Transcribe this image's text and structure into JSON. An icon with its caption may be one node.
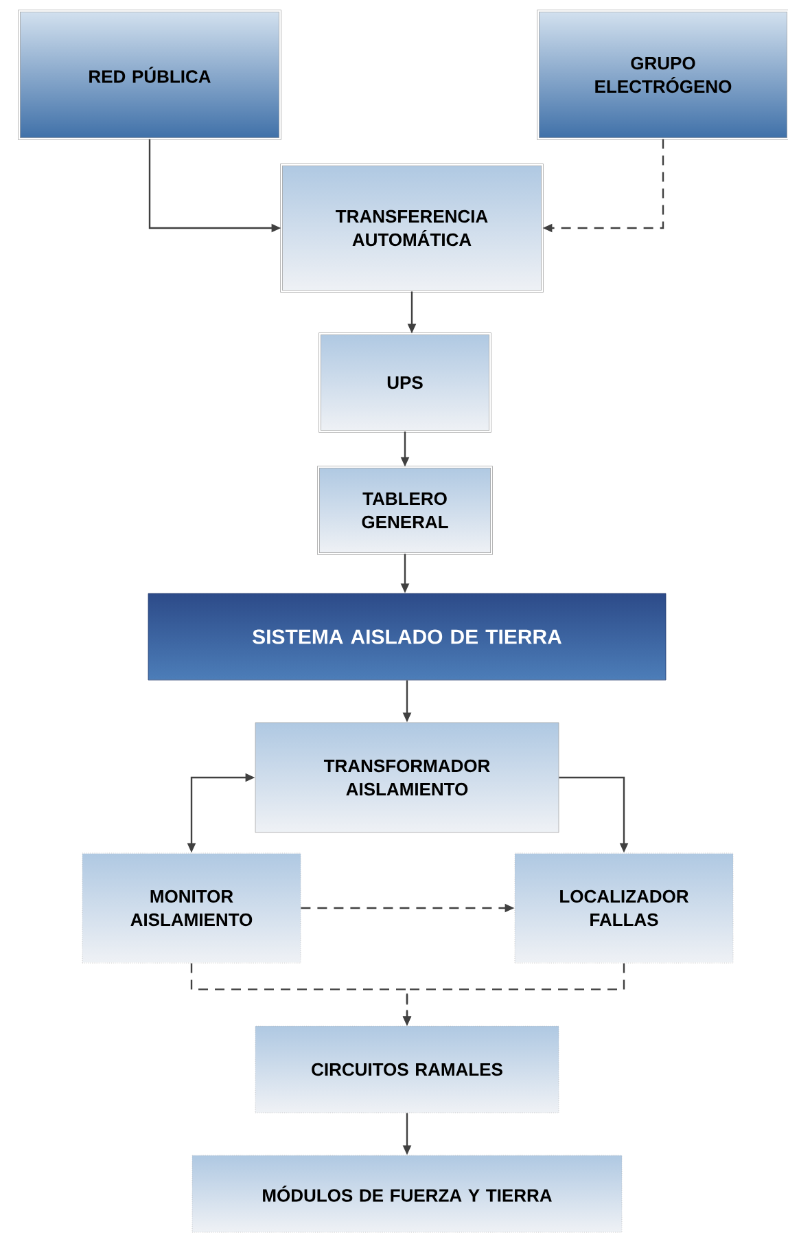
{
  "diagram": {
    "nodes": [
      {
        "text": [
          "RED PÚBLICA"
        ]
      },
      {
        "text": [
          "GRUPO ELECTRÓGENO"
        ]
      },
      {
        "text": [
          "TRANSFERENCIA AUTOMÁTICA"
        ]
      },
      {
        "text": [
          "UPS"
        ]
      },
      {
        "text": [
          "TABLERO GENERAL"
        ]
      },
      {
        "text": [
          "SISTEMA AISLADO DE TIERRA"
        ]
      },
      {
        "text": [
          "TRANSFORMADOR AISLAMIENTO"
        ]
      },
      {
        "text": [
          "MONITOR AISLAMIENTO"
        ]
      },
      {
        "text": [
          "LOCALIZADOR FALLAS"
        ]
      },
      {
        "text": [
          "CIRCUITOS RAMALES"
        ]
      },
      {
        "text": [
          "MÓDULOS DE FUERZA Y TIERRA"
        ]
      }
    ],
    "edges": [
      {
        "from": 0,
        "to": 2,
        "arrow": "to"
      },
      {
        "from": 1,
        "to": 2,
        "arrow": "to",
        "style": "dashed"
      },
      {
        "from": 2,
        "to": 3,
        "arrow": "to"
      },
      {
        "from": 3,
        "to": 4,
        "arrow": "to"
      },
      {
        "from": 4,
        "to": 5,
        "arrow": "to"
      },
      {
        "from": 5,
        "to": 6,
        "arrow": "to"
      },
      {
        "from": 6,
        "to": 7,
        "arrow": "both"
      },
      {
        "from": 6,
        "to": 8,
        "arrow": "to"
      },
      {
        "from": 7,
        "to": 8,
        "arrow": "to",
        "style": "dashed"
      },
      {
        "from": 7,
        "to": 9,
        "arrow": "to",
        "style": "dashed"
      },
      {
        "from": 8,
        "to": 9,
        "arrow": "to",
        "style": "dashed"
      },
      {
        "from": 9,
        "to": 10,
        "arrow": "to"
      }
    ]
  }
}
